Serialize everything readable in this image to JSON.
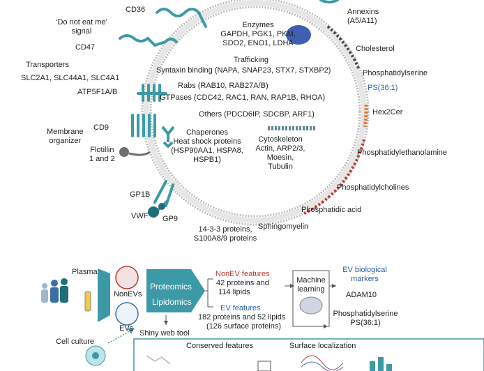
{
  "left_labels": {
    "cd36": "CD36",
    "do_not_eat_me": [
      "‘Do not eat me’",
      "signal"
    ],
    "cd47": "CD47",
    "transporters": "Transporters",
    "transporters_list": "SLC2A1, SLC44A1, SLC4A1",
    "atp5f1ab": "ATP5F1A/B",
    "cd9": "CD9",
    "membrane_organizer": [
      "Membrane",
      "organizer"
    ],
    "flotillin": [
      "Flotillin",
      "1 and 2"
    ],
    "gp1b": "GP1B",
    "vwf": "VWF",
    "gp9": "GP9"
  },
  "inner_labels": {
    "enzymes_title": "Enzymes",
    "enzymes_l1": "GAPDH, PGK1, PKM,",
    "enzymes_l2": "SDO2, ENO1, LDHA",
    "trafficking_title": "Trafficking",
    "trafficking_l1": "Syntaxin binding (NAPA, SNAP23, STX7,  STXBP2)",
    "rabs": "Rabs (RAB10, RAB27A/B)",
    "gtpases": "GTPases (CDC42, RAC1, RAN, RAP1B, RHOA)",
    "others": "Others (PDCD6IP, SDCBP, ARF1)",
    "chaperones_title": "Chaperones",
    "chaperones_l1": "Heat shock proteins",
    "chaperones_l2": "(HSP90AA1, HSPA8,",
    "chaperones_l3": "HSPB1)",
    "cytoskeleton_title": "Cytoskeleton",
    "cytoskeleton_l1": "Actin, ARP2/3,",
    "cytoskeleton_l2": "Moesin,",
    "cytoskeleton_l3": "Tubulin",
    "p1433_l1": "14-3-3 proteins,",
    "p1433_l2": "S100A8/9 proteins"
  },
  "right_labels": {
    "annexins": [
      "Annexins",
      "(A5/A11)"
    ],
    "cholesterol": "Cholesterol",
    "phosphatidylserine": "Phosphatidylserine",
    "ps361": "PS(36:1)",
    "hex2cer": "Hex2Cer",
    "pe": "Phosphatidylethanolamine",
    "pc": "Phosphatidylcholines",
    "pa": "Phosphatidic acid",
    "sm": "Sphingomyelin"
  },
  "workflow": {
    "plasma": "Plasma",
    "nonevs": "NonEVs",
    "evs": "EVs",
    "proteomics": "Proteomics",
    "lipidomics": "Lipidomics",
    "nonev_title": "NonEV features",
    "nonev_l1": "42 proteins and",
    "nonev_l2": "114 lipids",
    "ev_title": "EV features",
    "ev_l1": "182 proteins and 52 lipids",
    "ev_l2": "(126 surface proteins)",
    "ml_l1": "Machine",
    "ml_l2": "learning",
    "markers_l1": "EV biological",
    "markers_l2": "markers",
    "adam10": "ADAM10",
    "ps_marker": "Phosphatidylserine",
    "ps_marker_l2": "PS(36:1)",
    "shiny": "Shiny web tool",
    "cell_culture": "Cell culture",
    "conserved": "Conserved features",
    "surface": "Surface localization"
  },
  "colors": {
    "teal": "#3c9aa6",
    "dark_teal": "#1f6f78",
    "membrane_gray": "#9a9a9a",
    "red_lipid": "#c0392b",
    "orange_lipid": "#e07b3c",
    "blue_text": "#2a62a8",
    "enzyme_blob": "#3f5fb0"
  },
  "icons": [
    "enzyme-blob-icon",
    "chaperone-icon",
    "cytoskeleton-fiber-icon",
    "brain-icon",
    "people-icon",
    "tube-icon",
    "cell-icon"
  ]
}
